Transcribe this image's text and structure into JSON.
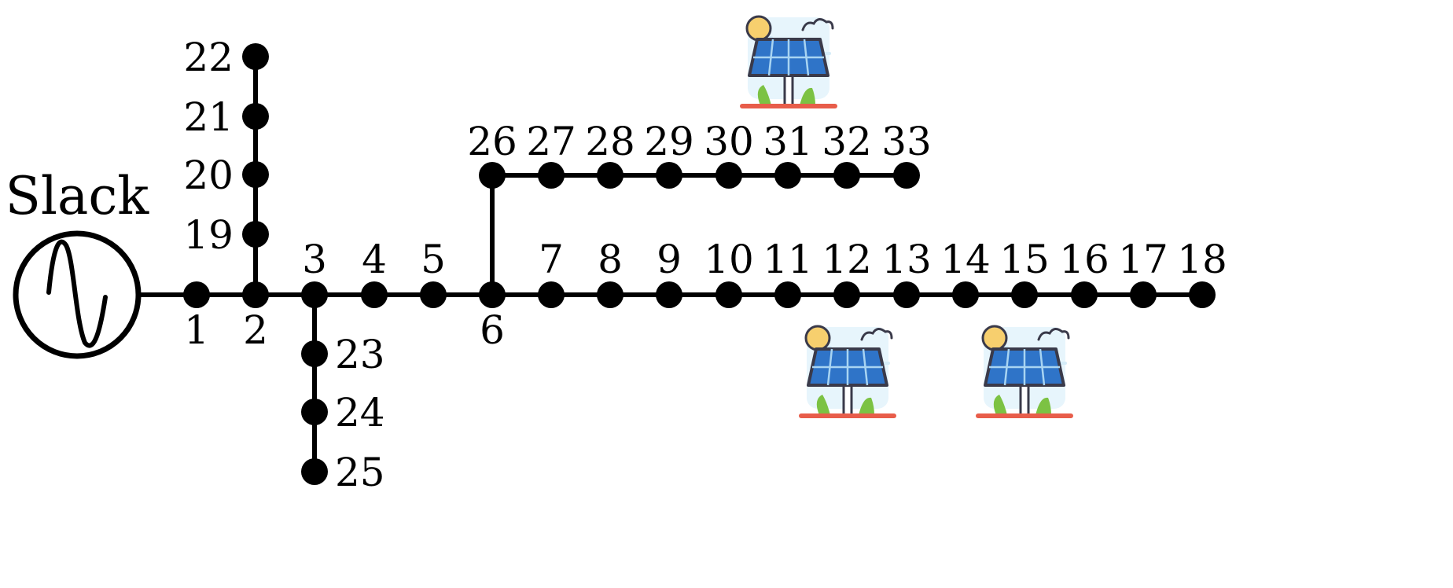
{
  "source": {
    "label": "Slack"
  },
  "buses": [
    {
      "id": "1",
      "label": "1"
    },
    {
      "id": "2",
      "label": "2"
    },
    {
      "id": "3",
      "label": "3"
    },
    {
      "id": "4",
      "label": "4"
    },
    {
      "id": "5",
      "label": "5"
    },
    {
      "id": "6",
      "label": "6"
    },
    {
      "id": "7",
      "label": "7"
    },
    {
      "id": "8",
      "label": "8"
    },
    {
      "id": "9",
      "label": "9"
    },
    {
      "id": "10",
      "label": "10"
    },
    {
      "id": "11",
      "label": "11"
    },
    {
      "id": "12",
      "label": "12"
    },
    {
      "id": "13",
      "label": "13"
    },
    {
      "id": "14",
      "label": "14"
    },
    {
      "id": "15",
      "label": "15"
    },
    {
      "id": "16",
      "label": "16"
    },
    {
      "id": "17",
      "label": "17"
    },
    {
      "id": "18",
      "label": "18"
    },
    {
      "id": "19",
      "label": "19"
    },
    {
      "id": "20",
      "label": "20"
    },
    {
      "id": "21",
      "label": "21"
    },
    {
      "id": "22",
      "label": "22"
    },
    {
      "id": "23",
      "label": "23"
    },
    {
      "id": "24",
      "label": "24"
    },
    {
      "id": "25",
      "label": "25"
    },
    {
      "id": "26",
      "label": "26"
    },
    {
      "id": "27",
      "label": "27"
    },
    {
      "id": "28",
      "label": "28"
    },
    {
      "id": "29",
      "label": "29"
    },
    {
      "id": "30",
      "label": "30"
    },
    {
      "id": "31",
      "label": "31"
    },
    {
      "id": "32",
      "label": "32"
    },
    {
      "id": "33",
      "label": "33"
    }
  ],
  "lines": [
    [
      "source",
      "1"
    ],
    [
      "1",
      "2"
    ],
    [
      "2",
      "3"
    ],
    [
      "3",
      "4"
    ],
    [
      "4",
      "5"
    ],
    [
      "5",
      "6"
    ],
    [
      "6",
      "7"
    ],
    [
      "7",
      "8"
    ],
    [
      "8",
      "9"
    ],
    [
      "9",
      "10"
    ],
    [
      "10",
      "11"
    ],
    [
      "11",
      "12"
    ],
    [
      "12",
      "13"
    ],
    [
      "13",
      "14"
    ],
    [
      "14",
      "15"
    ],
    [
      "15",
      "16"
    ],
    [
      "16",
      "17"
    ],
    [
      "17",
      "18"
    ],
    [
      "2",
      "19"
    ],
    [
      "19",
      "20"
    ],
    [
      "20",
      "21"
    ],
    [
      "21",
      "22"
    ],
    [
      "3",
      "23"
    ],
    [
      "23",
      "24"
    ],
    [
      "24",
      "25"
    ],
    [
      "6",
      "26"
    ],
    [
      "26",
      "27"
    ],
    [
      "27",
      "28"
    ],
    [
      "28",
      "29"
    ],
    [
      "29",
      "30"
    ],
    [
      "30",
      "31"
    ],
    [
      "31",
      "32"
    ],
    [
      "32",
      "33"
    ]
  ],
  "pv_icons": [
    "solar-panel-icon",
    "solar-panel-icon",
    "solar-panel-icon"
  ],
  "colors": {
    "line": "#000000",
    "sun": "#f7cf6e",
    "panel": "#2f74c8",
    "panel_frame": "#3a3a4a",
    "grass": "#7cc243",
    "ground": "#e85d4a",
    "sky": "#e7f5fc"
  }
}
